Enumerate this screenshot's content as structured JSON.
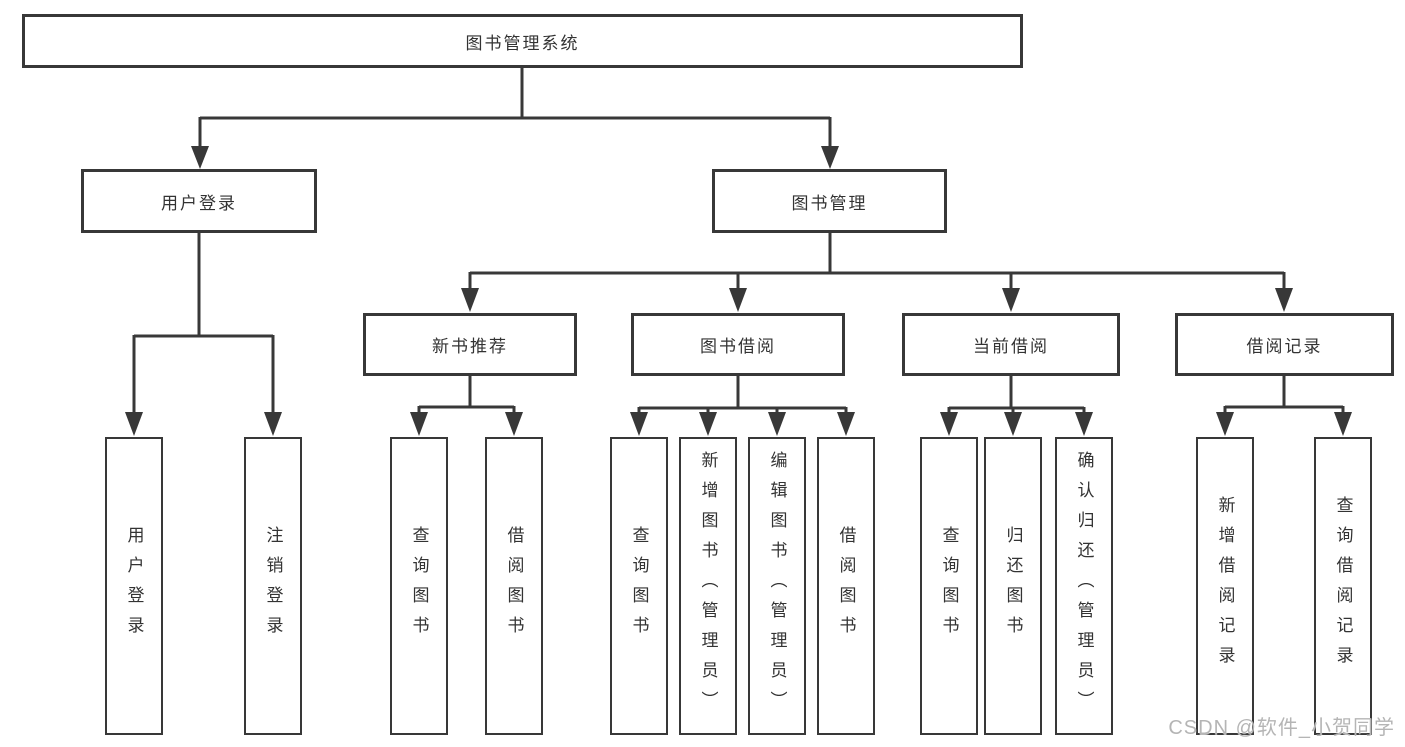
{
  "diagram": {
    "root": {
      "label": "图书管理系统"
    },
    "children": [
      {
        "label": "用户登录",
        "children": [
          {
            "label": "用户登录"
          },
          {
            "label": "注销登录"
          }
        ]
      },
      {
        "label": "图书管理",
        "children": [
          {
            "label": "新书推荐",
            "children": [
              {
                "label": "查询图书"
              },
              {
                "label": "借阅图书"
              }
            ]
          },
          {
            "label": "图书借阅",
            "children": [
              {
                "label": "查询图书"
              },
              {
                "label": "新增图书（管理员）"
              },
              {
                "label": "编辑图书（管理员）"
              },
              {
                "label": "借阅图书"
              }
            ]
          },
          {
            "label": "当前借阅",
            "children": [
              {
                "label": "查询图书"
              },
              {
                "label": "归还图书"
              },
              {
                "label": "确认归还（管理员）"
              }
            ]
          },
          {
            "label": "借阅记录",
            "children": [
              {
                "label": "新增借阅记录"
              },
              {
                "label": "查询借阅记录"
              }
            ]
          }
        ]
      }
    ]
  },
  "watermark": {
    "text": "CSDN @软件_小贺同学"
  },
  "colors": {
    "line": "#383838",
    "box_border": "#383838",
    "text": "#333333",
    "background": "#ffffff",
    "watermark": "#b5b5b5"
  }
}
